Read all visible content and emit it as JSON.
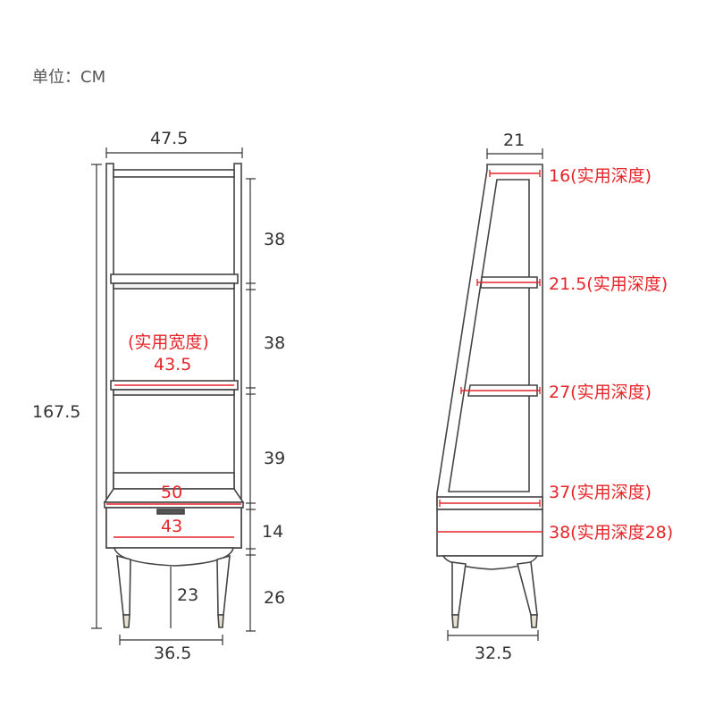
{
  "unit_label": "单位：CM",
  "front_view": {
    "total_width": "47.5",
    "total_height": "167.5",
    "shelf_gap_1": "38",
    "shelf_gap_2": "38",
    "shelf_gap_3": "39",
    "drawer_height": "14",
    "leg_height": "26",
    "leg_inner_height": "23",
    "leg_span": "36.5",
    "usable_width_caption": "(实用宽度)",
    "usable_width": "43.5",
    "drawer_top_width": "50",
    "drawer_inner_width": "43"
  },
  "side_view": {
    "top_depth": "21",
    "base_depth": "32.5",
    "depths": [
      "16(实用深度)",
      "21.5(实用深度)",
      "27(实用深度)",
      "37(实用深度)",
      "38(实用深度28)"
    ]
  },
  "colors": {
    "outline": "#444444",
    "dimension_line": "#333333",
    "highlight": "#e5252a",
    "leg_tip": "#e8e0d0"
  }
}
